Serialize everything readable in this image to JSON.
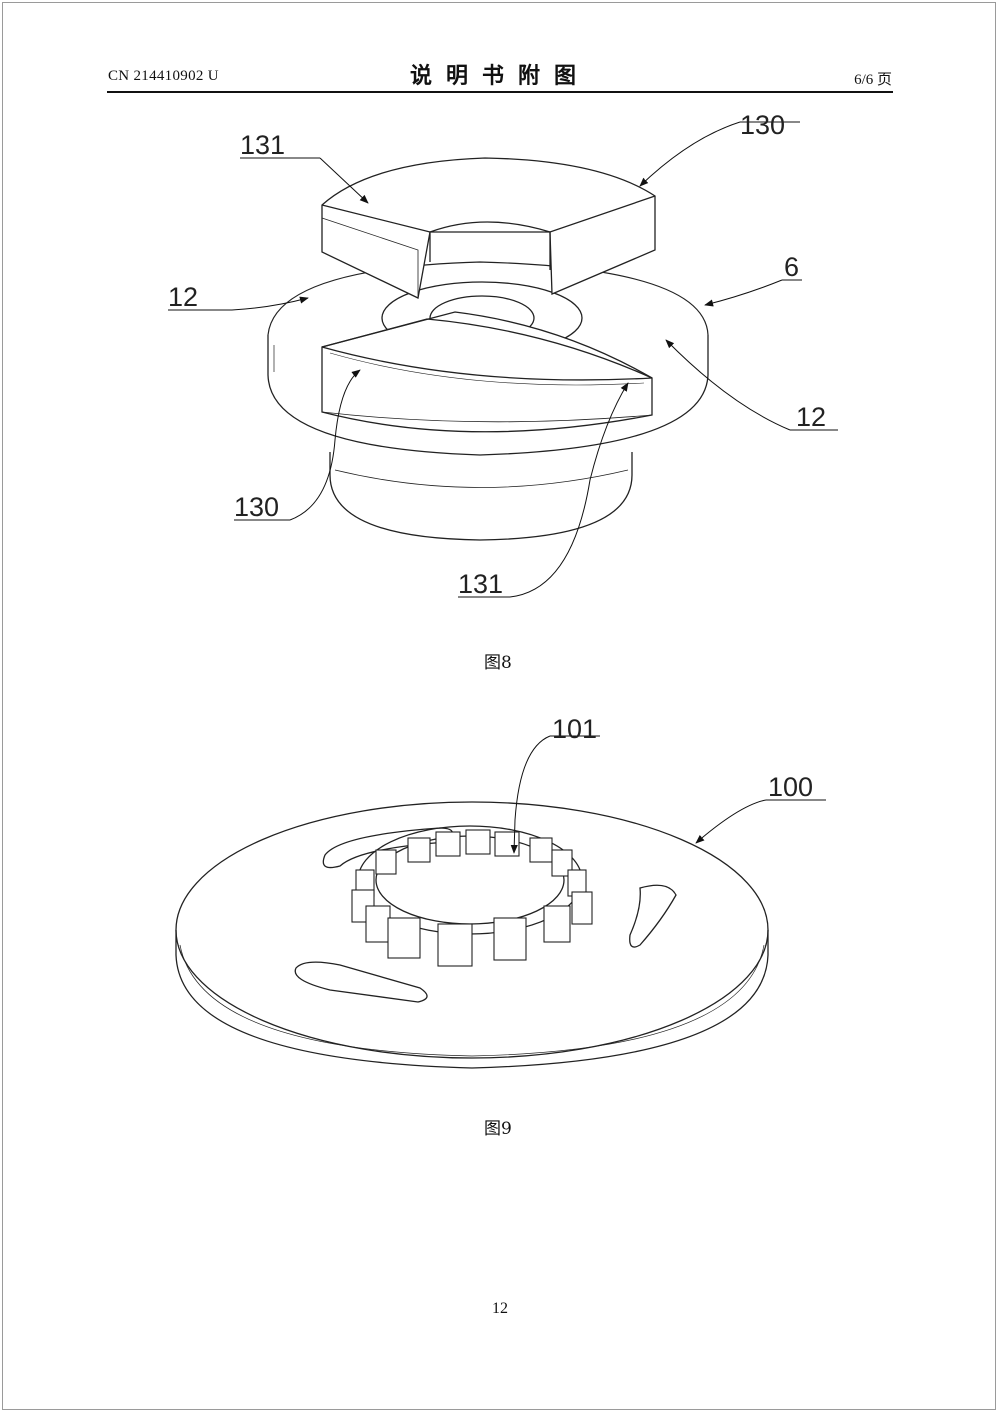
{
  "header": {
    "doc_number": "CN 214410902 U",
    "title": "说明书附图",
    "page_info": "6/6 页"
  },
  "figure8": {
    "caption": "图8",
    "labels": {
      "l131_top": "131",
      "l130_top": "130",
      "l12_left": "12",
      "l6": "6",
      "l12_right": "12",
      "l130_bottom": "130",
      "l131_bottom": "131"
    }
  },
  "figure9": {
    "caption": "图9",
    "labels": {
      "l101": "101",
      "l100": "100"
    }
  },
  "footer": {
    "page_number": "12"
  }
}
